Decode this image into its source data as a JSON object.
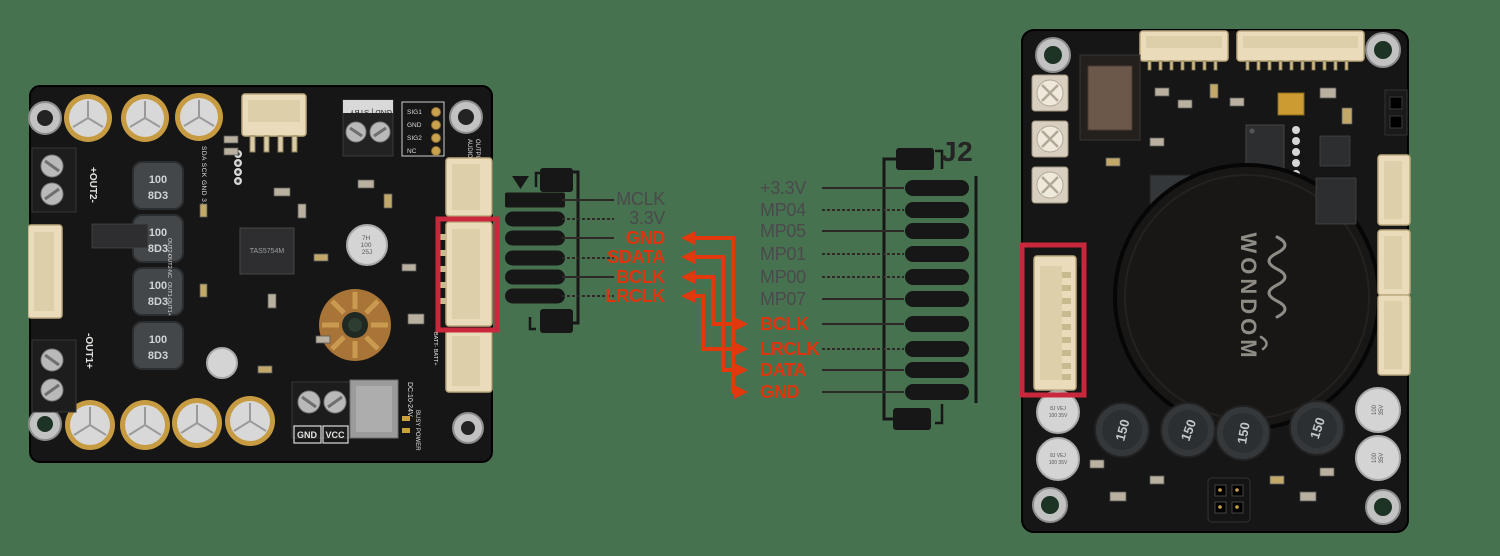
{
  "page": {
    "background_color": "#47724F"
  },
  "diagram": {
    "left_connector": {
      "pins": [
        {
          "label": "MCLK",
          "color": "gray"
        },
        {
          "label": "3.3V",
          "color": "gray"
        },
        {
          "label": "GND",
          "color": "red"
        },
        {
          "label": "SDATA",
          "color": "red"
        },
        {
          "label": "BCLK",
          "color": "red"
        },
        {
          "label": "LRCLK",
          "color": "red"
        }
      ]
    },
    "j2": {
      "designator": "J2",
      "pins": [
        {
          "label": "+3.3V",
          "color": "gray"
        },
        {
          "label": "MP04",
          "color": "gray"
        },
        {
          "label": "MP05",
          "color": "gray"
        },
        {
          "label": "MP01",
          "color": "gray"
        },
        {
          "label": "MP00",
          "color": "gray"
        },
        {
          "label": "MP07",
          "color": "gray"
        },
        {
          "label": "BCLK",
          "color": "red"
        },
        {
          "label": "LRCLK",
          "color": "red"
        },
        {
          "label": "DATA",
          "color": "red"
        },
        {
          "label": "GND",
          "color": "red"
        }
      ]
    },
    "connections": [
      {
        "from": "GND",
        "to": "GND"
      },
      {
        "from": "SDATA",
        "to": "DATA"
      },
      {
        "from": "BCLK",
        "to": "BCLK"
      },
      {
        "from": "LRCLK",
        "to": "LRCLK"
      }
    ],
    "colors": {
      "wire": "#E2380E",
      "gray_label": "#4A4A4C",
      "red_label": "#DF350F",
      "pin": "#171717",
      "highlight_box": "#C9283C"
    }
  },
  "left_board": {
    "silkscreen": {
      "out2": "+OUT2-",
      "out1": "-OUT1+",
      "io_labels": [
        "OUT2+",
        "OUT2-",
        "NC",
        "OUT1-",
        "OUT1+"
      ],
      "sig_labels": [
        "SIG1",
        "GND",
        "SIG2",
        "NC"
      ],
      "terminal_top": "GND | STBY",
      "audio1": "AUDIO",
      "audio2": "OUTPUT",
      "i2c": "SDA SCK GND 3.3V",
      "batt": "BATT-  BATT+",
      "gnd": "GND",
      "vcc": "VCC",
      "dc": "DC:10-24V",
      "busy_power": "BUSY  POWER"
    },
    "components": {
      "inductor_value": "100",
      "inductor_code": "8D3",
      "ic": "TAS5754M",
      "cap7h": [
        "7H",
        "100",
        "25J"
      ]
    }
  },
  "right_board": {
    "brand": "WONDOM",
    "components": {
      "inductor_value": "150",
      "cap_right_lines": [
        "100",
        "35V"
      ],
      "cap_left_lines": [
        "8J VEJ",
        "100 35V"
      ]
    }
  }
}
